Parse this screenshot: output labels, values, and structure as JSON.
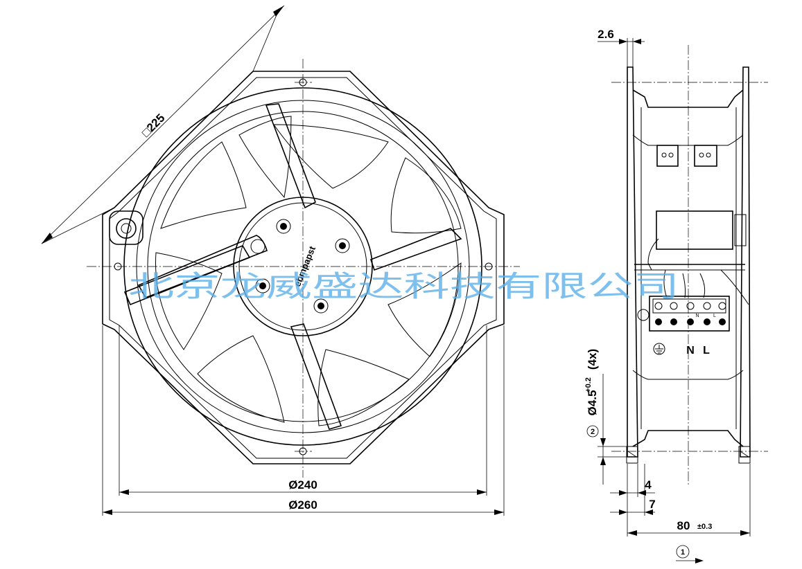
{
  "watermark": "北京龙威盛达科技有限公司",
  "front_view": {
    "square_dim": "□225",
    "brand_label": "ebmpapst",
    "diam_inner": "Ø240",
    "diam_outer": "Ø260"
  },
  "side_view": {
    "flange_thickness": "2.6",
    "hole_note_marker": "2",
    "hole_note": "Ø4.5",
    "hole_tol": "+0.2",
    "hole_count": "(4x)",
    "dim_4": "4",
    "dim_7": "7",
    "depth": "80",
    "depth_tol": "±0.3",
    "airflow_marker": "1",
    "terminal_neutral": "N",
    "terminal_live": "L",
    "terminal_small_labels": [
      "N",
      "L"
    ]
  }
}
